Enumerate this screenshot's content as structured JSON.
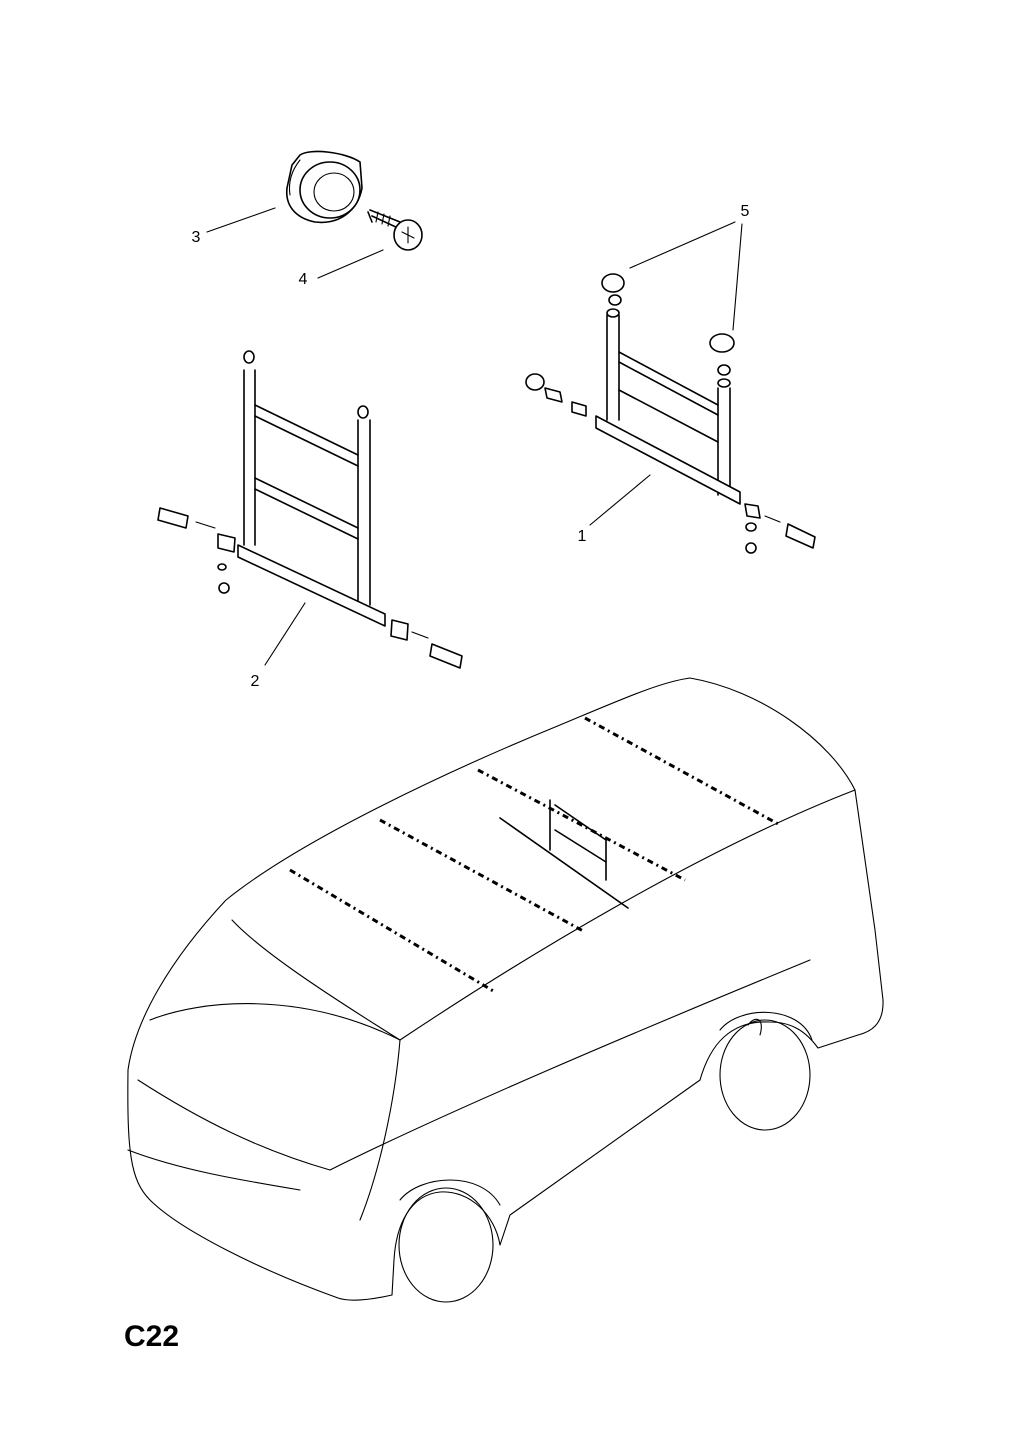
{
  "diagram": {
    "callouts": [
      {
        "id": "1",
        "label": "1"
      },
      {
        "id": "2",
        "label": "2"
      },
      {
        "id": "3",
        "label": "3"
      },
      {
        "id": "4",
        "label": "4"
      },
      {
        "id": "5",
        "label": "5"
      }
    ],
    "page_code": "C22"
  }
}
